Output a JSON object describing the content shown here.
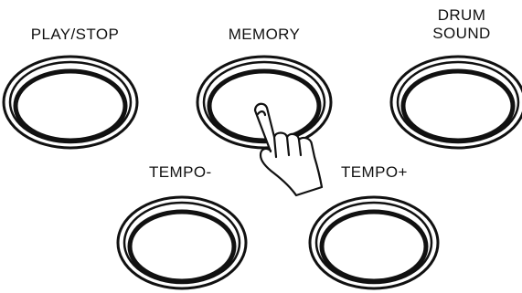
{
  "buttons": {
    "play_stop": {
      "label": "PLAY/STOP"
    },
    "memory": {
      "label": "MEMORY"
    },
    "drum_sound": {
      "label_line1": "DRUM",
      "label_line2": "SOUND"
    },
    "tempo_minus": {
      "label": "TEMPO-"
    },
    "tempo_plus": {
      "label": "TEMPO+"
    }
  },
  "colors": {
    "ink": "#111111",
    "button_fill": "#ffffff"
  },
  "icons": [
    "pressing-hand-icon"
  ]
}
